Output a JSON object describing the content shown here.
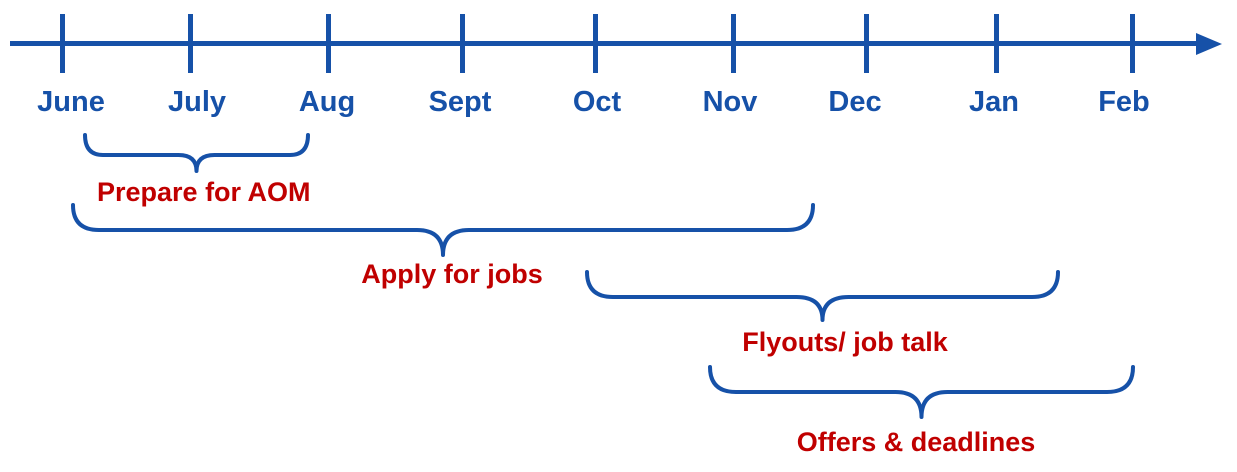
{
  "diagram": {
    "type": "timeline",
    "months": [
      "June",
      "July",
      "Aug",
      "Sept",
      "Oct",
      "Nov",
      "Dec",
      "Jan",
      "Feb"
    ],
    "phases": [
      {
        "label": "Prepare for AOM",
        "start": "June",
        "end": "Aug"
      },
      {
        "label": "Apply for jobs",
        "start": "June",
        "end": "late Nov"
      },
      {
        "label": "Flyouts/ job talk",
        "start": "Oct",
        "end": "mid-Jan"
      },
      {
        "label": "Offers & deadlines",
        "start": "Nov",
        "end": "Feb"
      }
    ],
    "colors": {
      "axis_blue": "#1651A8",
      "label_red": "#C00000"
    }
  }
}
